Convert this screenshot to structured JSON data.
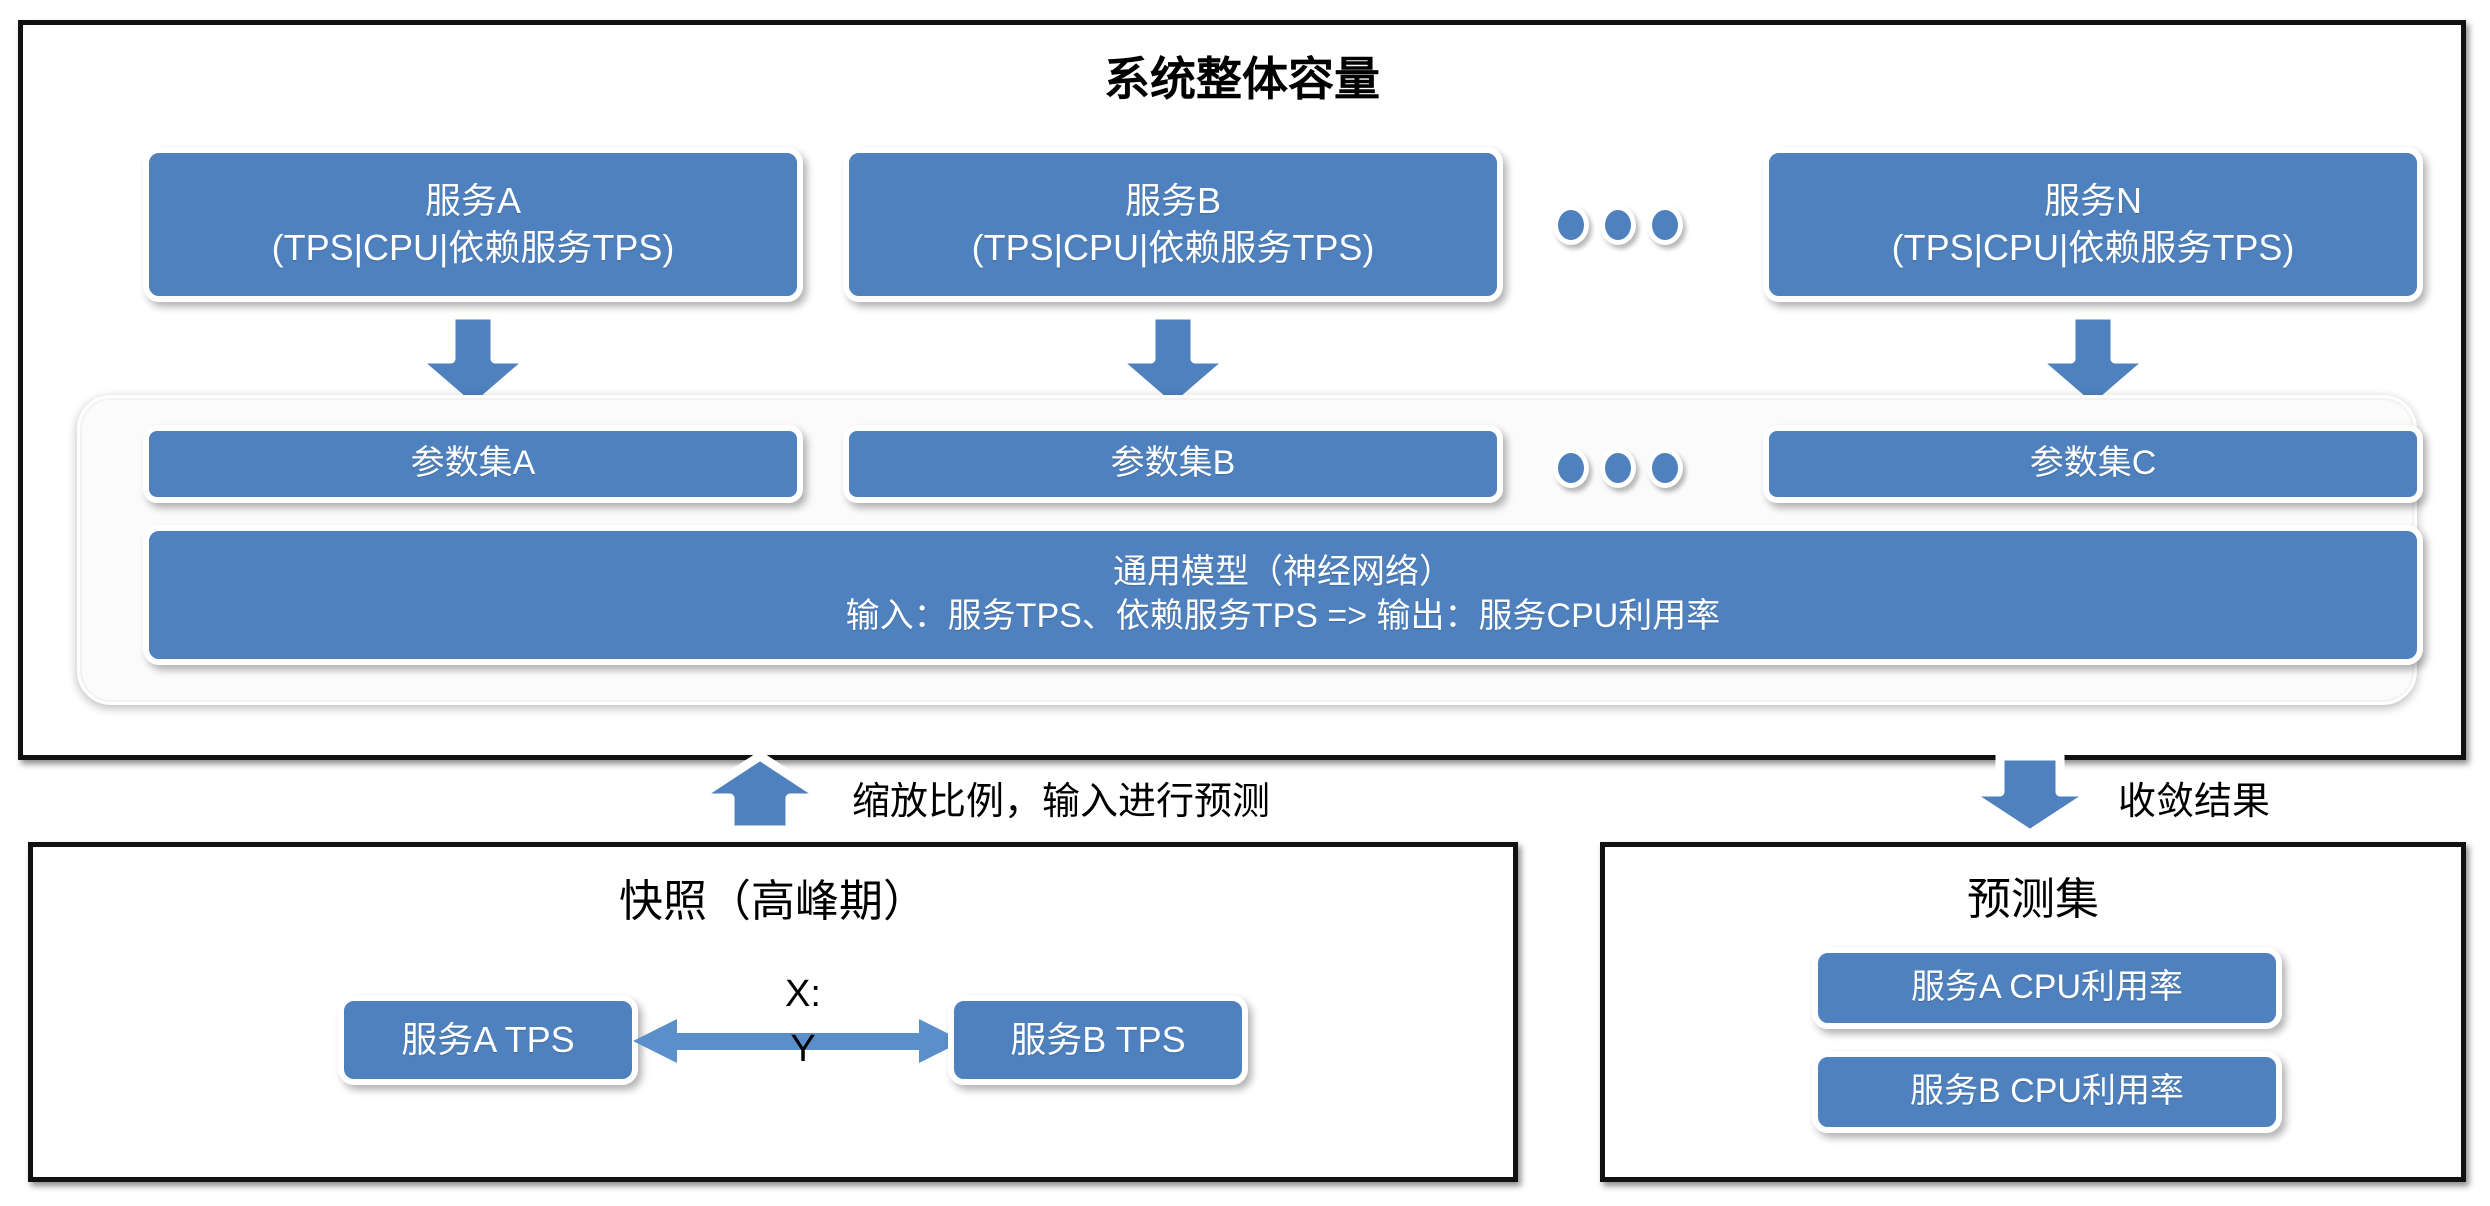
{
  "main_panel": {
    "title": "系统整体容量",
    "services": [
      {
        "name": "服务A",
        "detail": "(TPS|CPU|依赖服务TPS)"
      },
      {
        "name": "服务B",
        "detail": "(TPS|CPU|依赖服务TPS)"
      },
      {
        "name": "服务N",
        "detail": "(TPS|CPU|依赖服务TPS)"
      }
    ],
    "param_sets": [
      {
        "label": "参数集A"
      },
      {
        "label": "参数集B"
      },
      {
        "label": "参数集C"
      }
    ],
    "model": {
      "line1": "通用模型（神经网络）",
      "line2": "输入：服务TPS、依赖服务TPS => 输出：服务CPU利用率"
    },
    "ellipsis_icon": "three-dots-icon",
    "down_arrow_icon": "arrow-down-icon"
  },
  "connectors": {
    "scale_input": {
      "label": "缩放比例，输入进行预测",
      "icon": "arrow-up-icon"
    },
    "converge": {
      "label": "收敛结果",
      "icon": "arrow-down-icon"
    }
  },
  "snapshot_panel": {
    "title": "快照（高峰期）",
    "left_box": "服务A TPS",
    "right_box": "服务B TPS",
    "relation_label": "X:\nY",
    "relation_icon": "double-headed-arrow-icon"
  },
  "prediction_panel": {
    "title": "预测集",
    "items": [
      {
        "label": "服务A CPU利用率"
      },
      {
        "label": "服务B CPU利用率"
      }
    ]
  },
  "colors": {
    "blue_fill": "#4E81BD",
    "border_black": "#111111",
    "box_outline": "#ffffff",
    "arrow_blue": "#4E81BD",
    "line_arrow_blue": "#5B8FC9"
  }
}
